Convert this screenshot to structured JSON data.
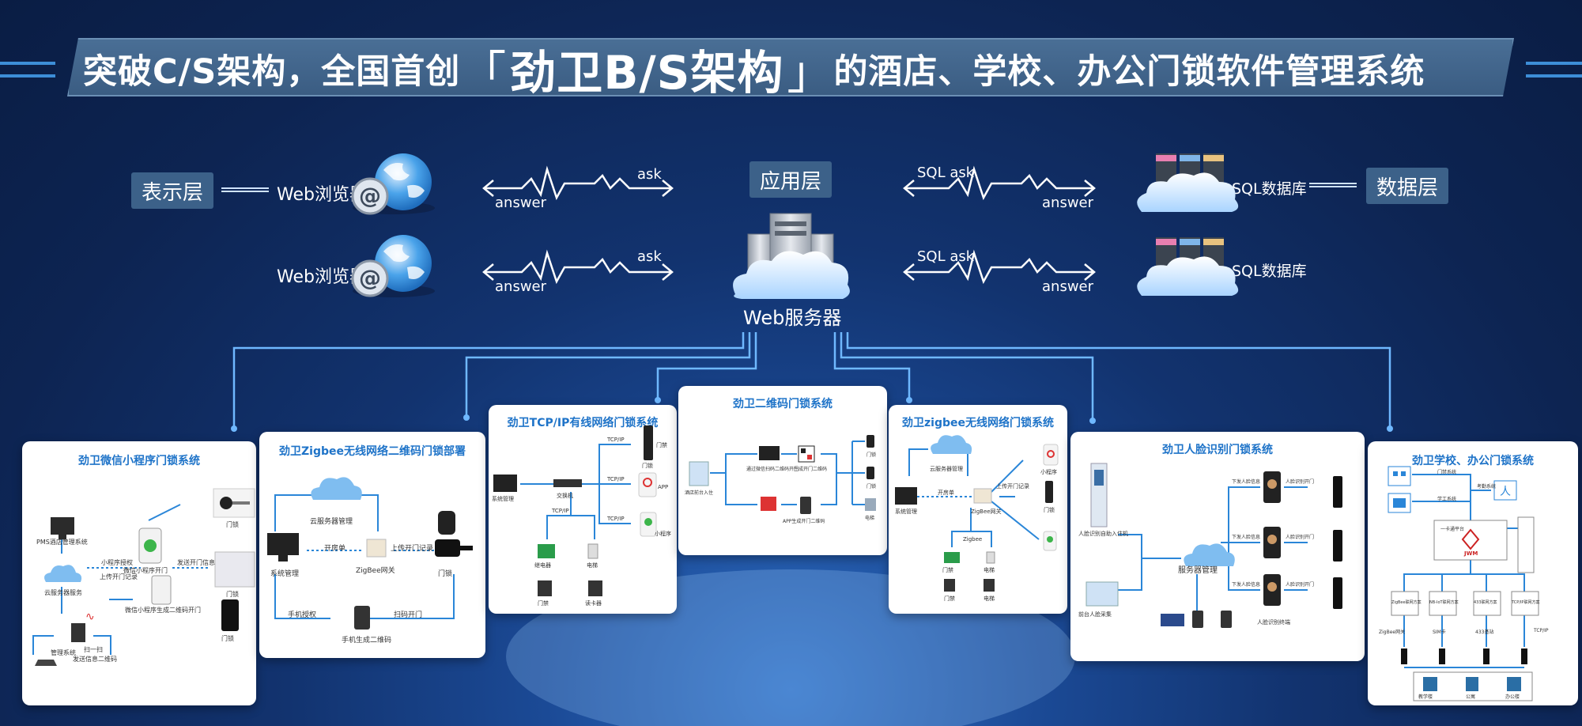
{
  "banner": {
    "part1": "突破C/S架构，全国首创",
    "bracket_open": "「",
    "highlight": "劲卫B/S架构",
    "bracket_close": "」",
    "part2": "的酒店、学校、办公门锁软件管理系统"
  },
  "layers": {
    "presentation": "表示层",
    "application": "应用层",
    "data": "数据层"
  },
  "labels": {
    "browser1": "Web浏览器",
    "browser2": "Web浏览器",
    "server": "Web服务器",
    "db1": "SQL数据库",
    "db2": "SQL数据库",
    "ask": "ask",
    "answer": "answer",
    "sql_ask": "SQL ask"
  },
  "cards": {
    "wechat": {
      "title": "劲卫微信小程序门锁系统",
      "texts": [
        "PMS酒店管理系统",
        "云服务器服务",
        "小程序授权",
        "上传开门记录",
        "微信小程序开门",
        "发送开门信息",
        "微信小程序生成二维码开门",
        "门锁",
        "门锁",
        "门锁",
        "管理系统",
        "扫一扫",
        "发送信息二维码"
      ]
    },
    "zigbee_qr": {
      "title": "劲卫Zigbee无线网络二维码门锁部署",
      "texts": [
        "云服务器管理",
        "系统管理",
        "开房单",
        "上传开门记录",
        "ZigBee网关",
        "门锁",
        "手机授权",
        "扫码开门",
        "手机生成二维码"
      ]
    },
    "tcpip": {
      "title": "劲卫TCP/IP有线网络门锁系统",
      "texts": [
        "TCP/IP",
        "TCP/IP",
        "TCP/IP",
        "交换机",
        "系统管理",
        "TCP/IP",
        "门禁",
        "APP",
        "门锁",
        "小程序",
        "继电器",
        "电梯",
        "门禁",
        "读卡器"
      ]
    },
    "qr": {
      "title": "劲卫二维码门锁系统",
      "texts": [
        "酒店前台入住",
        "通过微信扫码二维码开门",
        "生成开门二维码",
        "APP生成开门二维码",
        "门锁",
        "门锁",
        "电梯"
      ]
    },
    "zigbee": {
      "title": "劲卫zigbee无线网络门锁系统",
      "texts": [
        "云服务器管理",
        "系统管理",
        "开房单",
        "ZigBee网关",
        "上传开门记录",
        "门锁",
        "小程序",
        "门禁",
        "电梯",
        "Zigbee",
        "门禁",
        "电梯"
      ]
    },
    "face": {
      "title": "劲卫人脸识别门锁系统",
      "texts": [
        "人脸识别自助入住机",
        "服务器管理",
        "下发人脸信息",
        "下发人脸信息",
        "下发人脸信息",
        "人脸识别开门",
        "人脸识别开门",
        "人脸识别开门",
        "前台人脸采集",
        "人脸识别终端"
      ]
    },
    "school": {
      "title": "劲卫学校、办公门锁系统",
      "texts": [
        "门禁系统",
        "考勤系统",
        "学工系统",
        "一卡通平台",
        "JWM",
        "ZigBee联网方案",
        "NB-IoT联网方案",
        "433联网方案",
        "TCP/IP联网方案",
        "ZigBee网关",
        "SIM卡",
        "433基站",
        "TCP/IP",
        "教学楼",
        "公寓",
        "办公楼"
      ]
    }
  },
  "colors": {
    "accent": "#1e73c8",
    "line": "#6fb8ff",
    "layer_box": "#3c6189"
  }
}
